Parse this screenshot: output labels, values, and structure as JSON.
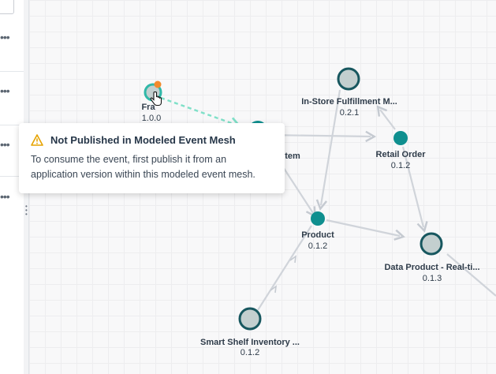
{
  "colors": {
    "edge": "#d0d4da",
    "node_outline": "#17575f",
    "node_fill": "#c3cfcf",
    "teal": "#0f8f8f",
    "pending_edge": "#7fe0c8",
    "warning": "#e6a300",
    "badge": "#f28a2c"
  },
  "icons": {
    "more": "more-horizontal-icon",
    "grip": "drag-handle-icon",
    "warning": "warning-triangle-icon",
    "cursor": "hand-pointer-icon"
  },
  "tooltip": {
    "title": "Not Published in Modeled Event Mesh",
    "body": "To consume the event, first publish it from an application version within this modeled event mesh."
  },
  "nodes": {
    "fraud": {
      "label": "Fra",
      "version": "1.0.0"
    },
    "instore": {
      "label": "In-Store Fulfillment M...",
      "version": "0.2.1"
    },
    "hidden_app": {
      "label": "tem"
    },
    "retail_order": {
      "label": "Retail Order",
      "version": "0.1.2"
    },
    "product": {
      "label": "Product",
      "version": "0.1.2"
    },
    "data_product": {
      "label": "Data Product - Real-ti...",
      "version": "0.1.3"
    },
    "smart_shelf": {
      "label": "Smart Shelf Inventory ...",
      "version": "0.1.2"
    }
  }
}
